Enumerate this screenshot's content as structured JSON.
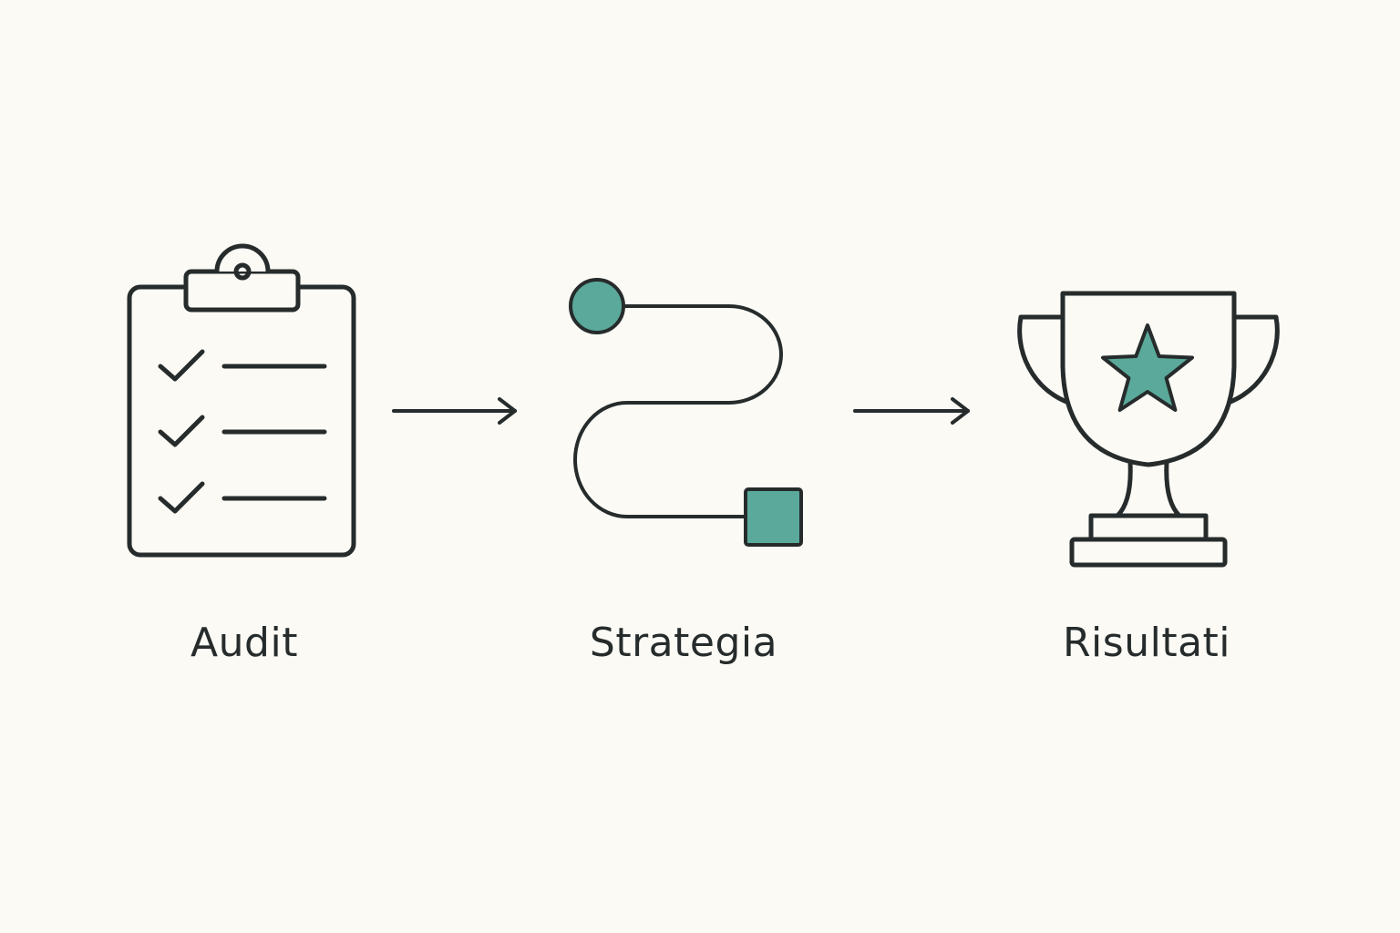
{
  "colors": {
    "background": "#fbfaf5",
    "stroke": "#262b2b",
    "accent": "#5aa99a"
  },
  "steps": [
    {
      "label": "Audit",
      "icon": "clipboard-checklist-icon"
    },
    {
      "label": "Strategia",
      "icon": "winding-path-icon"
    },
    {
      "label": "Risultati",
      "icon": "trophy-star-icon"
    }
  ],
  "connectors": [
    {
      "from": "Audit",
      "to": "Strategia",
      "icon": "arrow-right-icon"
    },
    {
      "from": "Strategia",
      "to": "Risultati",
      "icon": "arrow-right-icon"
    }
  ]
}
